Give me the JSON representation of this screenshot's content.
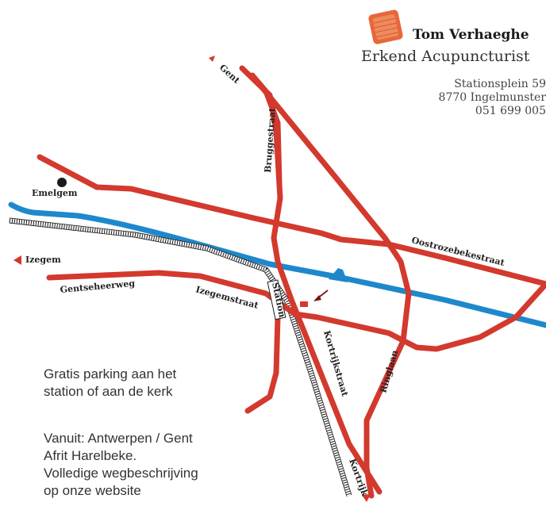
{
  "business": {
    "name": "Tom Verhaeghe",
    "title": "Erkend Acupuncturist",
    "address_line1": "Stationsplein 59",
    "address_line2": "8770 Ingelmunster",
    "phone": "051  699 005"
  },
  "map_labels": {
    "gent": "Gent",
    "bruggestraat": "Bruggestraat",
    "emelgem": "Emelgem",
    "izegem": "Izegem",
    "gentseheerweg": "Gentseheerweg",
    "izegemstraat": "Izegemstraat",
    "station": "Station",
    "oostrozebekestraat": "Oostrozebekestraat",
    "kortrijkstraat": "Kortrijkstraat",
    "ringlaan": "Ringlaan",
    "kortrijk": "Kortrijk"
  },
  "notes": {
    "parking_line1": "Gratis parking aan het",
    "parking_line2": "station of aan de kerk",
    "route_line1": "Vanuit: Antwerpen / Gent",
    "route_line2": "Afrit Harelbeke.",
    "route_line3": "Volledige wegbeschrijving",
    "route_line4": "op onze website"
  },
  "colors": {
    "road": "#d3392d",
    "river": "#1e88cc",
    "logo": "#e8673a"
  }
}
